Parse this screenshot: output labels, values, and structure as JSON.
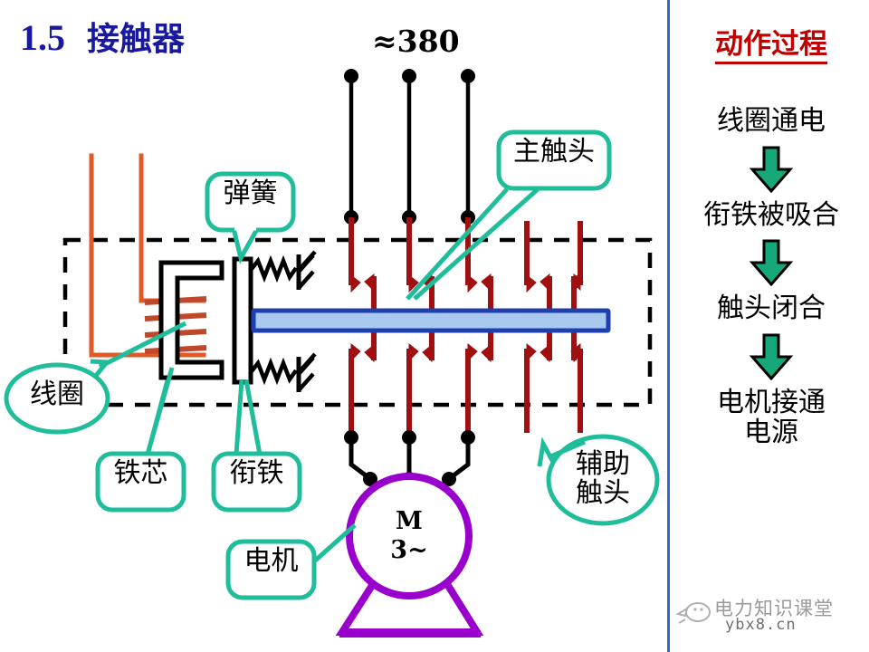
{
  "slide": {
    "number": "1.5",
    "title": "接触器",
    "title_color": "#19199e"
  },
  "diagram": {
    "supply_label": "≈380",
    "motor": {
      "symbol": "M",
      "phase": "3~",
      "color": "#9900cc"
    },
    "enclosure": {
      "style": "dashed-rectangle",
      "color": "#000000"
    },
    "crossbar": {
      "name": "contact-crossbar",
      "fill": "#a8c8f0",
      "stroke": "#1f3fb0"
    },
    "coil_wire_color": "#e05a28",
    "contact_color": "#a01010",
    "callouts": [
      {
        "id": "spring",
        "label": "弹簧",
        "shape": "rounded"
      },
      {
        "id": "main-contacts",
        "label": "主触头",
        "shape": "rounded"
      },
      {
        "id": "coil",
        "label": "线圈",
        "shape": "oval"
      },
      {
        "id": "iron-core",
        "label": "铁芯",
        "shape": "rounded"
      },
      {
        "id": "armature",
        "label": "衔铁",
        "shape": "rounded"
      },
      {
        "id": "auxiliary-contacts",
        "label": "辅助\n触头",
        "shape": "oval"
      },
      {
        "id": "motor",
        "label": "电机",
        "shape": "rounded"
      }
    ],
    "callout_color": "#1fbd9a"
  },
  "process": {
    "title": "动作过程",
    "title_color": "#c00000",
    "arrow_color": "#16a87a",
    "steps": [
      "线圈通电",
      "衔铁被吸合",
      "触头闭合",
      "电机接通\n电源"
    ]
  },
  "watermark": {
    "text": "电力知识课堂",
    "url": "ybx8.cn",
    "icon": "bird-logo-icon"
  }
}
